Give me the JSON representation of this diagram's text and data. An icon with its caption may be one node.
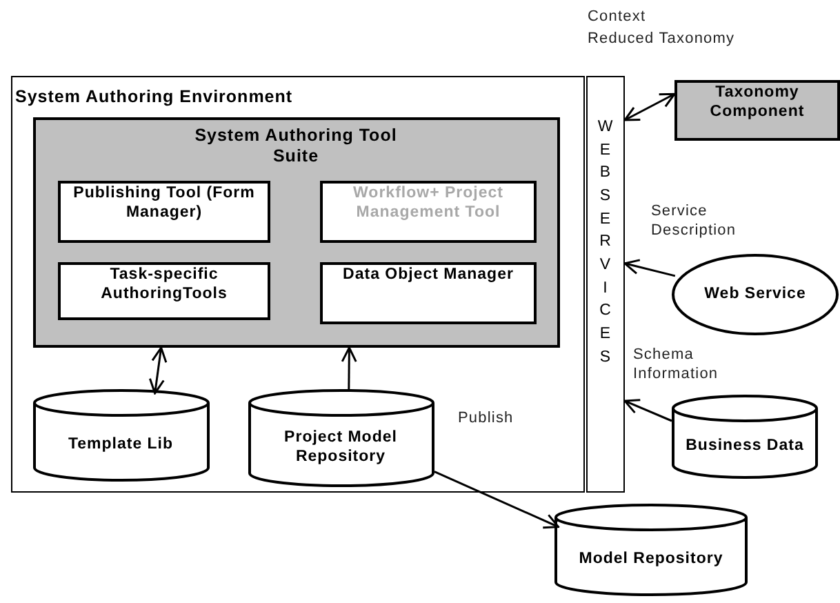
{
  "diagram": {
    "nodes": [
      {
        "text": [
          "System Authoring Environment"
        ]
      },
      {
        "text": [
          "System Authoring Tool Suite"
        ],
        "in": 0
      },
      {
        "text": [
          "Publishing Tool (Form Manager)"
        ],
        "in": 1
      },
      {
        "text": [
          "Workflow+ Project Management Tool"
        ],
        "in": 1
      },
      {
        "text": [
          "Task-specific AuthoringTools"
        ],
        "in": 1
      },
      {
        "text": [
          "Data Object Manager"
        ],
        "in": 1
      },
      {
        "text": [
          "Template Lib"
        ],
        "in": 0
      },
      {
        "text": [
          "Project Model Repository"
        ],
        "in": 0
      },
      {
        "text": [
          "WEB SERVICES"
        ]
      },
      {
        "text": [
          "Taxonomy Component"
        ]
      },
      {
        "text": [
          "Web Service"
        ]
      },
      {
        "text": [
          "Business Data"
        ]
      },
      {
        "text": [
          "Model Repository"
        ]
      }
    ],
    "edges": [
      {
        "from": 1,
        "to": 6,
        "arrow": "both"
      },
      {
        "from": 7,
        "to": 1,
        "arrow": "to"
      },
      {
        "from": 8,
        "to": 9,
        "arrow": "both"
      },
      {
        "from": 10,
        "to": 8,
        "arrow": "to"
      },
      {
        "from": 11,
        "to": 8,
        "arrow": "to"
      },
      {
        "from": 7,
        "to": 12,
        "arrow": "to"
      }
    ],
    "labels": [
      "Context",
      "Reduced Taxonomy",
      "Service Description",
      "Schema Information",
      "Publish"
    ]
  }
}
